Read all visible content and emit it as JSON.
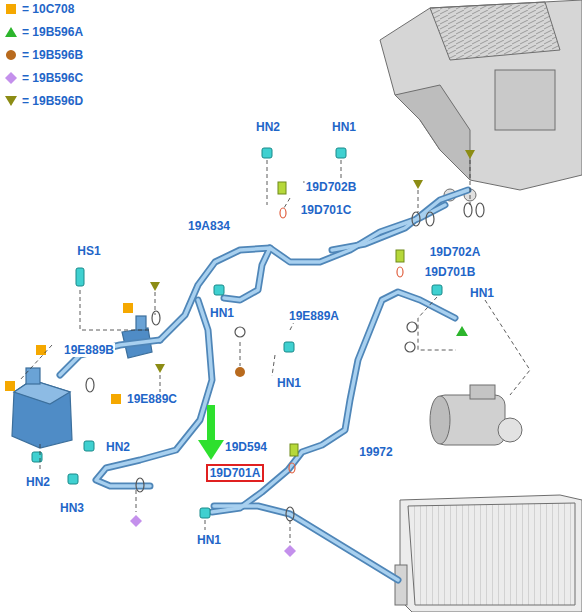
{
  "diagram": {
    "nodes": [
      {
        "text": [
          "19D701A"
        ]
      }
    ],
    "labels": [
      "HN2",
      "HN1",
      "19D702B",
      "19D701C",
      "19A834",
      "19D702A",
      "19D701B",
      "HS1",
      "HN1",
      "HN1",
      "19E889A",
      "19E889B",
      "HN1",
      "19E889C",
      "19D594",
      "HN2",
      "19972",
      "HN2",
      "HN3",
      "HN1"
    ],
    "legend": [
      {
        "text": "= 10C708"
      },
      {
        "text": "= 19B596A"
      },
      {
        "text": "= 19B596B"
      },
      {
        "text": "= 19B596C"
      },
      {
        "text": "= 19B596D"
      }
    ]
  }
}
